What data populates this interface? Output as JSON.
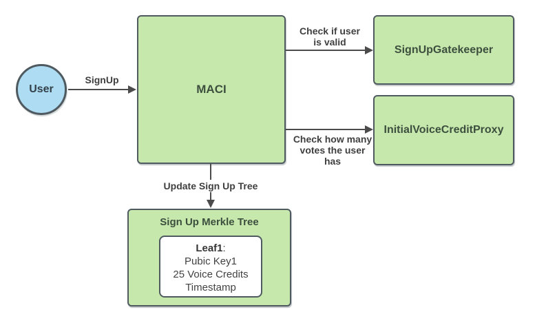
{
  "diagram": {
    "nodes": {
      "user": {
        "label": "User"
      },
      "maci": {
        "label": "MACI"
      },
      "gatekeeper": {
        "label": "SignUpGatekeeper"
      },
      "voice_credit_proxy": {
        "label": "InitialVoiceCreditProxy"
      },
      "merkle_tree": {
        "title": "Sign Up Merkle Tree",
        "leaf": {
          "name": "Leaf1",
          "separator": ":",
          "lines": [
            "Pubic Key1",
            "25 Voice Credits",
            "Timestamp"
          ]
        }
      }
    },
    "edges": {
      "signup": {
        "label": "SignUp"
      },
      "check_valid": {
        "label": "Check if user\nis valid"
      },
      "check_votes": {
        "label": "Check how many\nvotes the user\nhas"
      },
      "update_tree": {
        "label": "Update Sign Up Tree"
      }
    },
    "colors": {
      "background": "#ffffff",
      "node_green_fill": "#c7e8ac",
      "node_blue_fill": "#aedcf2",
      "node_border": "#4e5a5f",
      "arrow": "#4b4b4b",
      "node_text": "#3c4f3e",
      "user_text": "#33404a",
      "label_text": "#3f3f3f",
      "leaf_text": "#424242"
    }
  }
}
